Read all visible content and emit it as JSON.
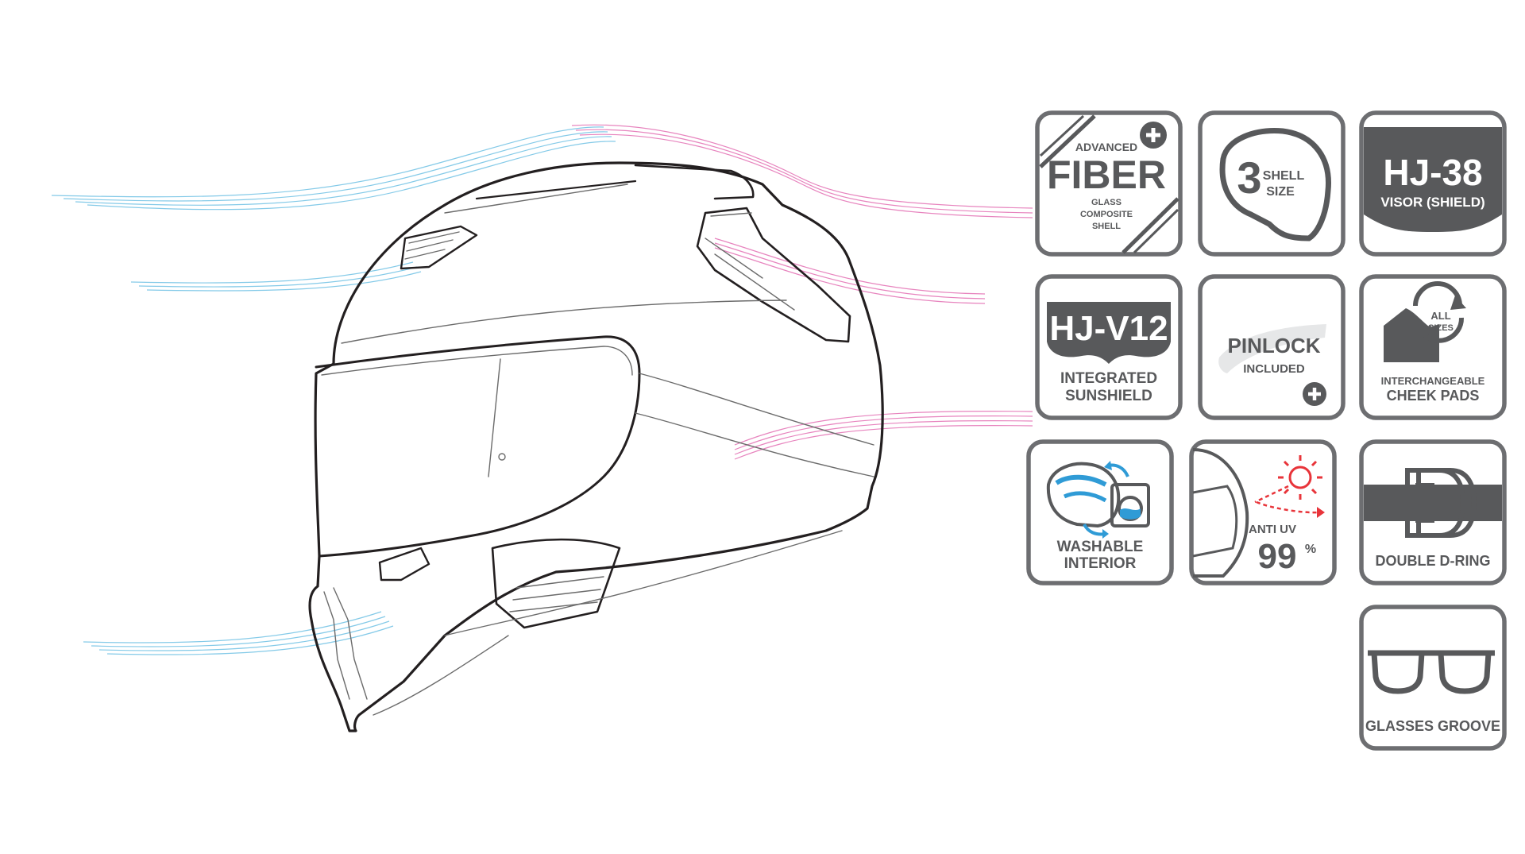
{
  "helmet": {
    "name": "helmet-illustration"
  },
  "badges": {
    "fiber": {
      "top": "ADVANCED",
      "main": "FIBER",
      "sub1": "GLASS",
      "sub2": "COMPOSITE",
      "sub3": "SHELL"
    },
    "shell": {
      "number": "3",
      "line1": "SHELL",
      "line2": "SIZE"
    },
    "visor": {
      "main": "HJ-38",
      "sub": "VISOR (SHIELD)"
    },
    "sunshield": {
      "main": "HJ-V12",
      "line1": "INTEGRATED",
      "line2": "SUNSHIELD"
    },
    "pinlock": {
      "main": "PINLOCK",
      "sub": "INCLUDED"
    },
    "cheek": {
      "icon_text1": "ALL",
      "icon_text2": "SIZES",
      "line1": "INTERCHANGEABLE",
      "line2": "CHEEK PADS"
    },
    "washable": {
      "line1": "WASHABLE",
      "line2": "INTERIOR"
    },
    "antiuv": {
      "label": "ANTI UV",
      "value": "99",
      "unit": "%"
    },
    "dring": {
      "label": "DOUBLE D-RING"
    },
    "glasses": {
      "label": "GLASSES GROOVE"
    }
  },
  "colors": {
    "badge_gray": "#6d6e71",
    "text_gray": "#58595b",
    "air_blue": "#6ec1e4",
    "air_pink": "#e36fb3",
    "uv_red": "#e8343a",
    "wash_blue": "#2f9bd6"
  }
}
